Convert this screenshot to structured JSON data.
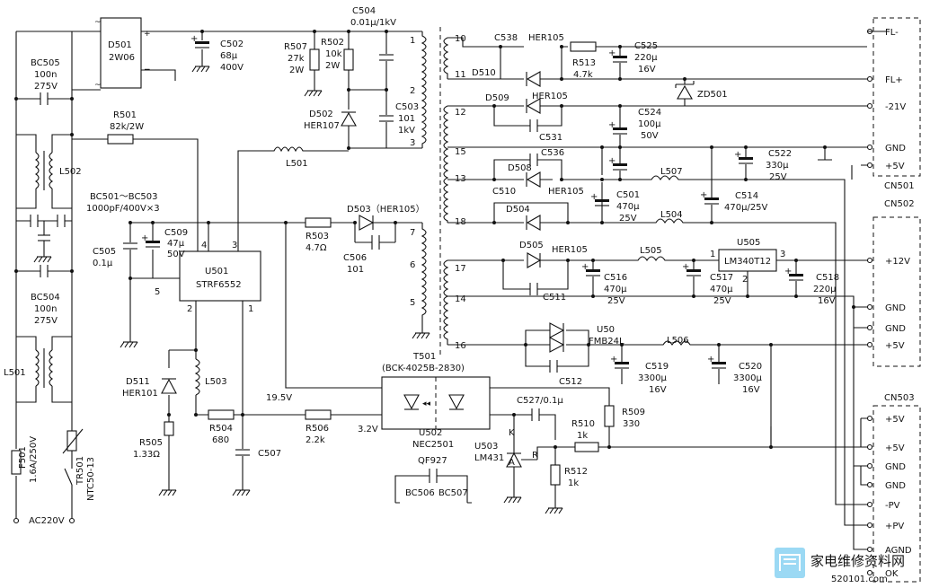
{
  "diagram": {
    "labels": {
      "d501": "D501",
      "d501_part": "2W06",
      "c502": "C502",
      "c502_v1": "68μ",
      "c502_v2": "400V",
      "r507": "R507",
      "r507_v1": "27k",
      "r507_v2": "2W",
      "r502": "R502",
      "r502_v1": "10k",
      "r502_v2": "2W",
      "c504": "C504",
      "c504_v": "0.01μ/1kV",
      "d502": "D502",
      "d502_p": "HER107",
      "c503": "C503",
      "c503_v1": "101",
      "c503_v2": "1kV",
      "bc505": "BC505",
      "bc505_v1": "100n",
      "bc505_v2": "275V",
      "r501": "R501",
      "r501_v": "82k/2W",
      "l502": "L502",
      "l501_top": "L501",
      "bc_group1": "BC501～BC503",
      "bc_group2": "1000pF/400V×3",
      "c505": "C505",
      "c505_v": "0.1μ",
      "c509": "C509",
      "c509_v1": "47μ",
      "c509_v2": "50V",
      "u501": "U501",
      "u501_p": "STRF6552",
      "pin4": "4",
      "pin3": "3",
      "pin5": "5",
      "pin2": "2",
      "pin1": "1",
      "r503": "R503",
      "r503_v": "4.7Ω",
      "d503": "D503（HER105）",
      "c506": "C506",
      "c506_v": "101",
      "t7": "7",
      "t6": "6",
      "t5": "5",
      "t1": "1",
      "t2": "2",
      "t3": "3",
      "bc504": "BC504",
      "bc504_v1": "100n",
      "bc504_v2": "275V",
      "l501": "L501",
      "d511": "D511",
      "d511_p": "HER101",
      "l503": "L503",
      "r505": "R505",
      "r505_v": "1.33Ω",
      "r504": "R504",
      "r504_v": "680",
      "c507": "C507",
      "v195": "19.5V",
      "r506": "R506",
      "r506_v": "2.2k",
      "v32": "3.2V",
      "f501": "F501",
      "f501_v": "1.6A/250V",
      "tr501": "TR501",
      "tr501_p": "NTC50-13",
      "ac220": "AC220V",
      "t501": "T501",
      "t501_p": "(BCK-4025B-2830)",
      "u502": "U502",
      "u502_p": "NEC2501",
      "qf927": "QF927",
      "bc506": "BC506",
      "bc507": "BC507",
      "s10": "10",
      "s11": "11",
      "s12": "12",
      "s15": "15",
      "s13": "13",
      "s18": "18",
      "s17": "17",
      "s14": "14",
      "s16": "16",
      "c538": "C538",
      "her105_a": "HER105",
      "r513": "R513",
      "r513_v": "4.7k",
      "d510": "D510",
      "c525": "C525",
      "c525_v1": "220μ",
      "c525_v2": "16V",
      "zd501": "ZD501",
      "d509": "D509",
      "her105_b": "HER105",
      "c531": "C531",
      "c524": "C524",
      "c524_v1": "100μ",
      "c524_v2": "50V",
      "c536": "C536",
      "d508": "D508",
      "c510": "C510",
      "her105_c": "HER105",
      "c501": "C501",
      "c501_v1": "470μ",
      "c501_v2": "25V",
      "l507": "L507",
      "c522": "C522",
      "c522_v1": "330μ",
      "c522_v2": "25V",
      "c514": "C514",
      "c514_v": "470μ/25V",
      "d504": "D504",
      "l504": "L504",
      "d505": "D505",
      "her105_d": "HER105",
      "l505": "L505",
      "u505": "U505",
      "u505_p": "LM340T12",
      "u505_1": "1",
      "u505_2": "2",
      "u505_3": "3",
      "c516": "C516",
      "c516_v1": "470μ",
      "c516_v2": "25V",
      "c517": "C517",
      "c517_v1": "470μ",
      "c517_v2": "25V",
      "c518": "C518",
      "c518_v1": "220μ",
      "c518_v2": "16V",
      "c511": "C511",
      "u50": "U50",
      "fmb24l": "FMB24L",
      "l506": "L506",
      "c519": "C519",
      "c519_v1": "3300μ",
      "c519_v2": "16V",
      "c520": "C520",
      "c520_v1": "3300μ",
      "c520_v2": "16V",
      "c512": "C512",
      "c527": "C527/0.1μ",
      "r509": "R509",
      "r509_v": "330",
      "r510": "R510",
      "r510_v": "1k",
      "u503": "U503",
      "u503_p": "LM431",
      "k": "K",
      "a": "A",
      "r": "R",
      "r512": "R512",
      "r512_v": "1k"
    },
    "connectors": {
      "cn501": "CN501",
      "cn502": "CN502",
      "cn503": "CN503",
      "cn501_pins": [
        "FL-",
        "FL+",
        "-21V",
        "GND",
        "+5V"
      ],
      "cn502_pins": [
        "+12V",
        "GND",
        "GND",
        "+5V"
      ],
      "cn503_pins": [
        "+5V",
        "+5V",
        "GND",
        "GND",
        "-PV",
        "+PV",
        "AGND",
        "OK"
      ]
    },
    "watermark": {
      "title": "家电维修资料网",
      "url": "520101.com"
    }
  }
}
